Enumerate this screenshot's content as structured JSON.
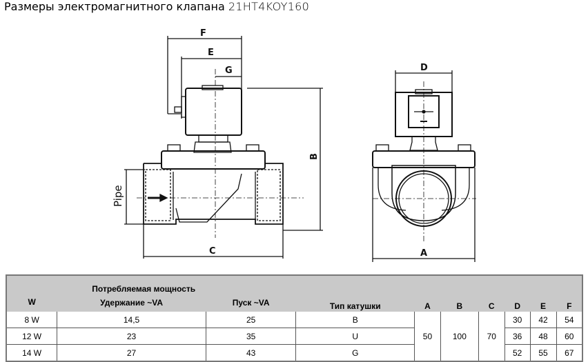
{
  "title": {
    "text": "Размеры электромагнитного клапана",
    "model": "21HT4KOY160"
  },
  "drawing": {
    "labels": {
      "F": "F",
      "E": "E",
      "G": "G",
      "B": "B",
      "C": "C",
      "Pipe": "Pipe",
      "D": "D",
      "A": "A"
    }
  },
  "table": {
    "headers": {
      "w": "W",
      "power_group": "Потребляемая мощность",
      "hold": "Удержание ~VA",
      "start": "Пуск ~VA",
      "coil": "Тип катушки",
      "a": "A",
      "b": "B",
      "c": "C",
      "d": "D",
      "e": "E",
      "f": "F"
    },
    "shared": {
      "a": "50",
      "b": "100",
      "c": "70"
    },
    "rows": [
      {
        "w": "8 W",
        "hold": "14,5",
        "start": "25",
        "coil": "B",
        "d": "30",
        "e": "42",
        "f": "54"
      },
      {
        "w": "12 W",
        "hold": "23",
        "start": "35",
        "coil": "U",
        "d": "36",
        "e": "48",
        "f": "60"
      },
      {
        "w": "14 W",
        "hold": "27",
        "start": "43",
        "coil": "G",
        "d": "52",
        "e": "55",
        "f": "67"
      }
    ]
  }
}
